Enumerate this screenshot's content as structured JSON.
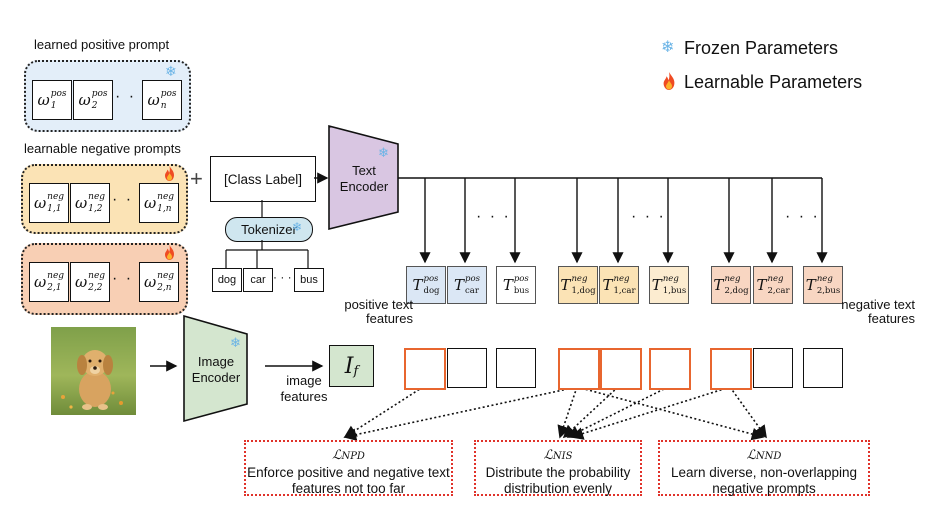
{
  "legend": {
    "frozen": "Frozen Parameters",
    "learnable": "Learnable Parameters"
  },
  "labels": {
    "learned_positive_prompt": "learned positive prompt",
    "learnable_negative_prompts": "learnable negative prompts",
    "class_label": "[Class Label]",
    "tokenizer": "Tokenizer",
    "tokens": [
      "dog",
      "car",
      "bus"
    ],
    "token_dots": "· · ·",
    "text_encoder": "Text Encoder",
    "image_encoder": "Image Encoder",
    "image_feature_symbol": "I",
    "image_feature_sub": "f",
    "image_features": "image features",
    "positive_text_features": "positive text features",
    "negative_text_features": "negative text features",
    "plus": "+",
    "dots": "· · ·"
  },
  "prompts": {
    "positive": {
      "symbol": "ω",
      "sup": "pos",
      "subs": [
        "1",
        "2",
        "n"
      ]
    },
    "negative_1": {
      "symbol": "ω",
      "sup": "neg",
      "subs": [
        "1,1",
        "1,2",
        "1,n"
      ]
    },
    "negative_2": {
      "symbol": "ω",
      "sup": "neg",
      "subs": [
        "2,1",
        "2,2",
        "2,n"
      ]
    }
  },
  "text_features": {
    "positive": [
      {
        "sup": "pos",
        "sub": "dog"
      },
      {
        "sup": "pos",
        "sub": "car"
      },
      {
        "sup": "pos",
        "sub": "bus"
      }
    ],
    "negative_1": [
      {
        "sup": "neg",
        "sub": "1,dog"
      },
      {
        "sup": "neg",
        "sub": "1,car"
      },
      {
        "sup": "neg",
        "sub": "1,bus"
      }
    ],
    "negative_2": [
      {
        "sup": "neg",
        "sub": "2,dog"
      },
      {
        "sup": "neg",
        "sub": "2,car"
      },
      {
        "sup": "neg",
        "sub": "2,bus"
      }
    ]
  },
  "losses": [
    {
      "symbol": "ℒ",
      "sub": "NPD",
      "text": "Enforce positive and negative text features not too far"
    },
    {
      "symbol": "ℒ",
      "sub": "NIS",
      "text": "Distribute the probability distribution evenly"
    },
    {
      "symbol": "ℒ",
      "sub": "NND",
      "text": "Learn diverse, non-overlapping negative prompts"
    }
  ],
  "colors": {
    "positive_prompt_bg": "#e3eef9",
    "negative_prompt_1_bg": "#fbe3b5",
    "negative_prompt_2_bg": "#f8cfb4",
    "encoder_text": "#d9c6e2",
    "encoder_image": "#d4e6cf",
    "tokenizer": "#cfe6ef",
    "pos_feature": "#dbe7f5",
    "neg_feature": "#fbe3b5",
    "neg_feature_2": "#f8d6c2",
    "highlight_orange": "#e8662f",
    "loss_border": "#e0322a"
  },
  "icons": {
    "frozen": "snowflake-icon",
    "learnable": "fire-icon"
  }
}
